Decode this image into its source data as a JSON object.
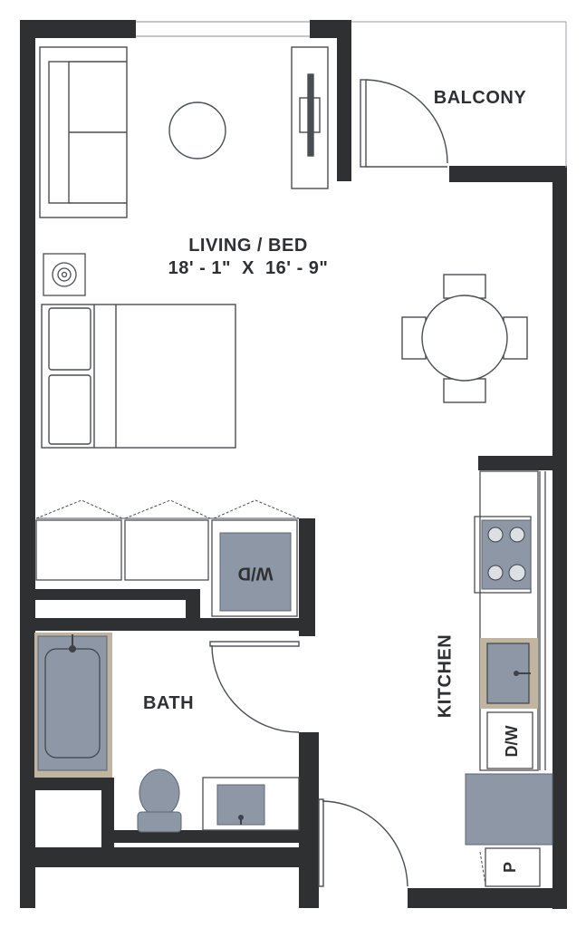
{
  "rooms": {
    "living": {
      "name": "LIVING / BED",
      "dimensions": "18' - 1\"  X  16' - 9\""
    },
    "balcony": {
      "name": "BALCONY"
    },
    "bath": {
      "name": "BATH"
    },
    "kitchen": {
      "name": "KITCHEN"
    }
  },
  "fixtures": {
    "washer_dryer": "W/D",
    "dishwasher": "D/W",
    "pantry": "P"
  },
  "colors": {
    "wall": "#2f3032",
    "fixture_fill": "#8e97a6",
    "fixture_stroke": "#5d6470",
    "furniture_stroke": "#4a4d52",
    "tan": "#bfb5a0"
  }
}
